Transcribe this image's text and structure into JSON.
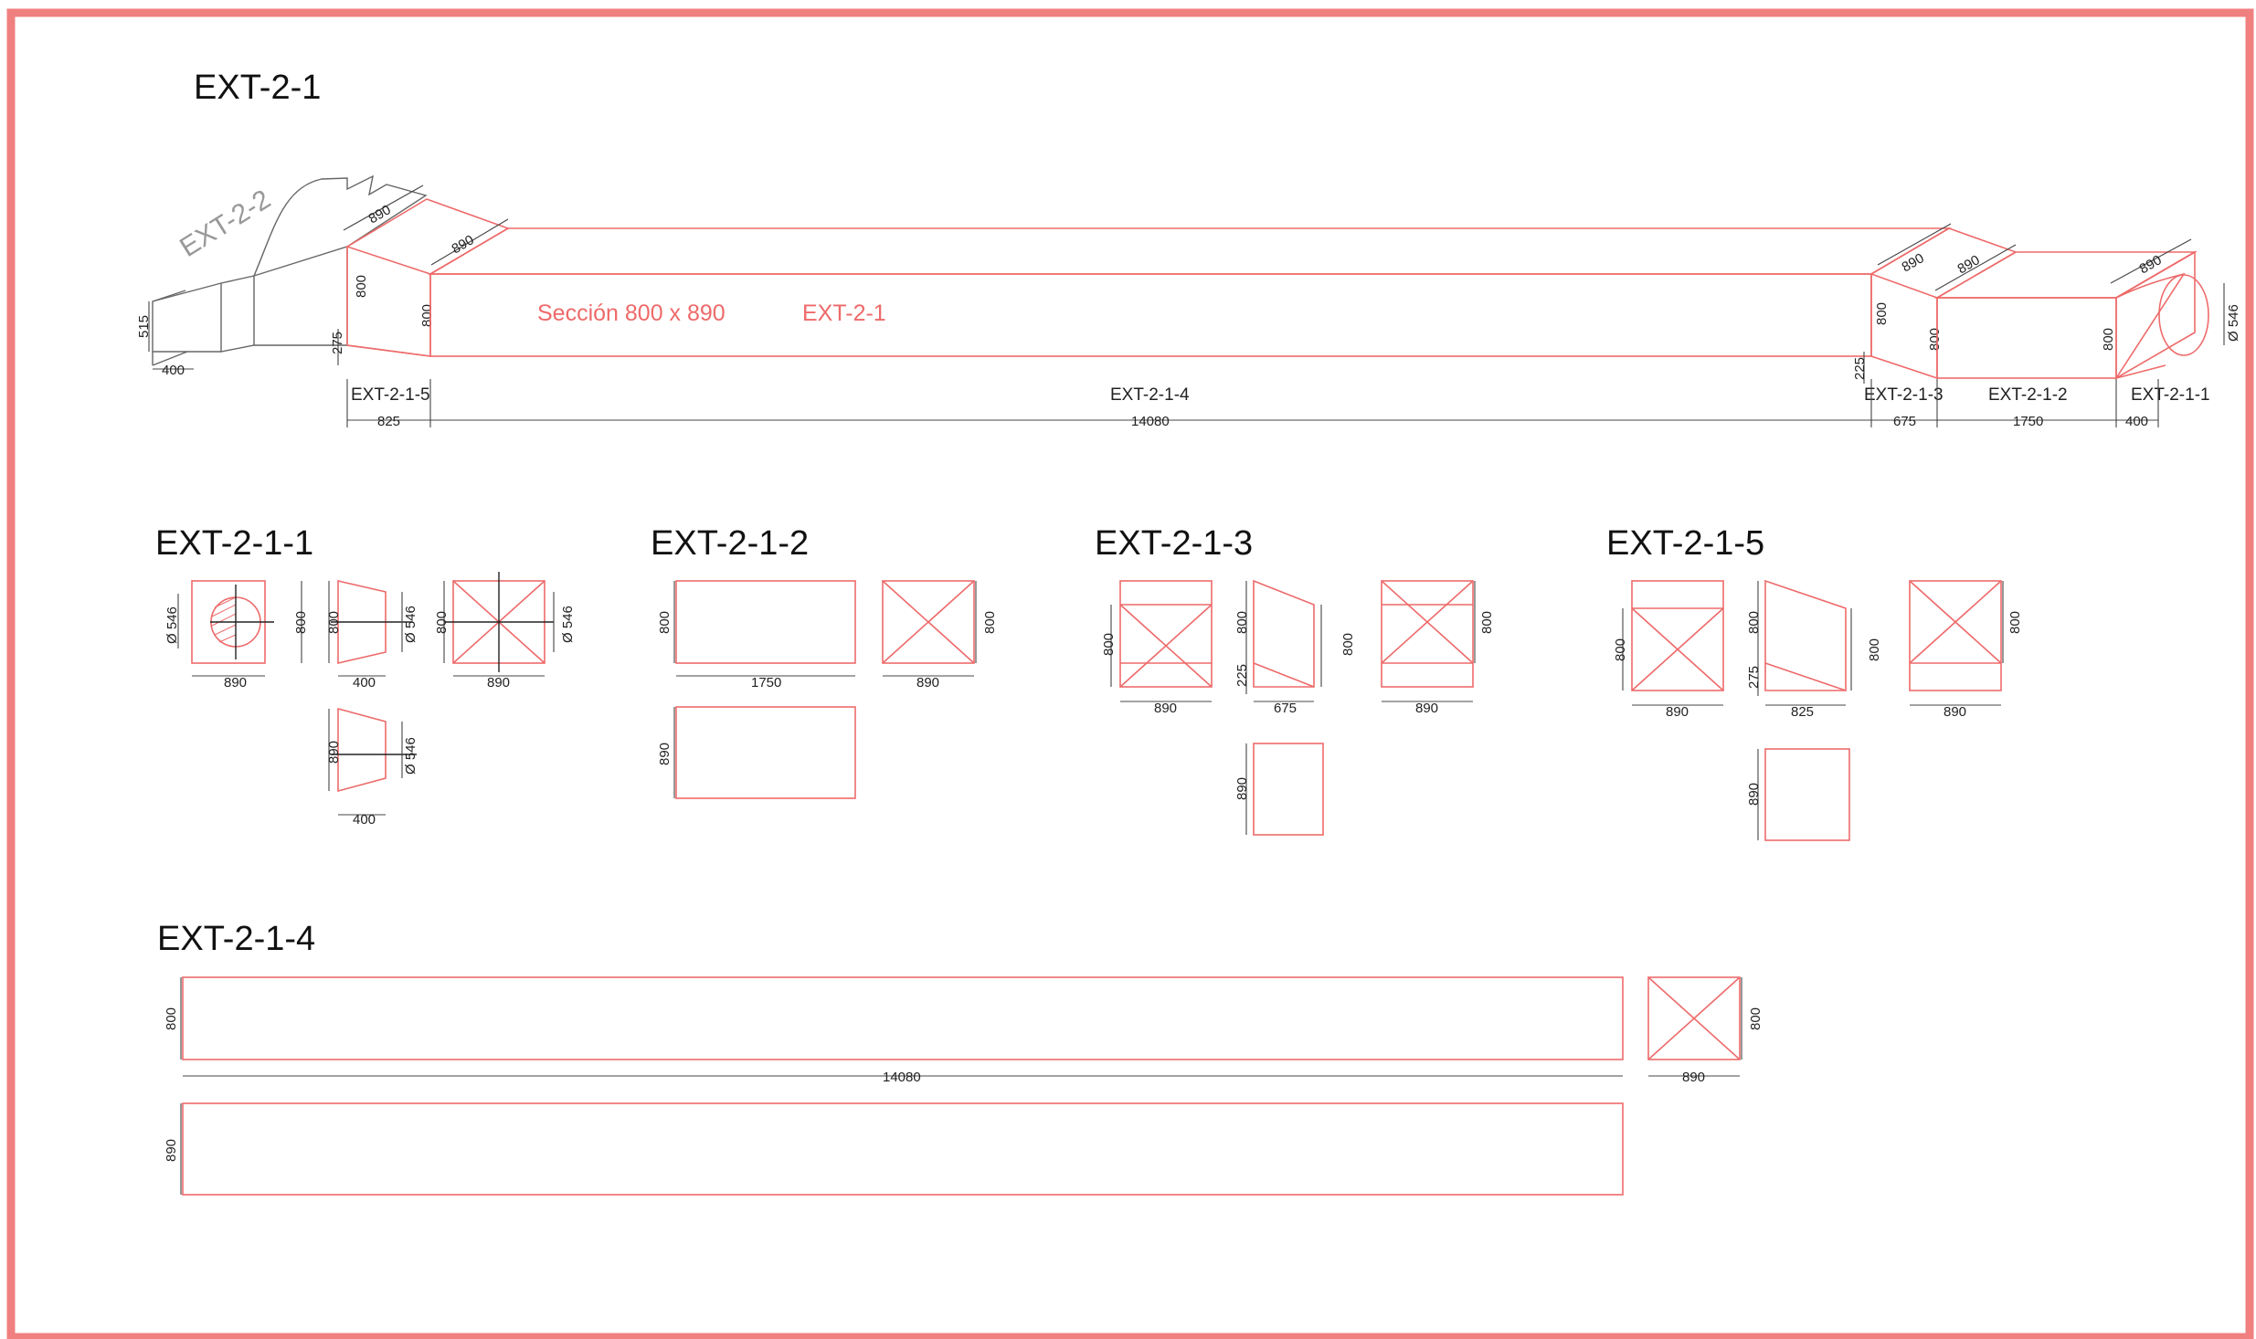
{
  "sheet": {
    "border_color": "#f08080",
    "line_color": "#ee6a6a",
    "dimension_color": "#444444"
  },
  "main": {
    "title": "EXT-2-1",
    "connector_label": "EXT-2-2",
    "section_note": "Sección 800 x 890",
    "duct_name": "EXT-2-1",
    "parts": [
      {
        "id": "EXT-2-1-5",
        "length": "825"
      },
      {
        "id": "EXT-2-1-4",
        "length": "14080"
      },
      {
        "id": "EXT-2-1-3",
        "length": "675"
      },
      {
        "id": "EXT-2-1-2",
        "length": "1750"
      },
      {
        "id": "EXT-2-1-1",
        "length": "400"
      }
    ],
    "dims": {
      "d515": "515",
      "d400": "400",
      "d890": "890",
      "d800": "800",
      "d275": "275",
      "d225": "225",
      "d546": "Ø 546"
    }
  },
  "details": {
    "p1": {
      "title": "EXT-2-1-1",
      "d546": "Ø 546",
      "d800": "800",
      "d890": "890",
      "d400": "400"
    },
    "p2": {
      "title": "EXT-2-1-2",
      "d800": "800",
      "d1750": "1750",
      "d890": "890"
    },
    "p3": {
      "title": "EXT-2-1-3",
      "d800": "800",
      "d225": "225",
      "d675": "675",
      "d890": "890"
    },
    "p5": {
      "title": "EXT-2-1-5",
      "d800": "800",
      "d275": "275",
      "d825": "825",
      "d890": "890"
    },
    "p4": {
      "title": "EXT-2-1-4",
      "d800": "800",
      "d14080": "14080",
      "d890": "890"
    }
  }
}
